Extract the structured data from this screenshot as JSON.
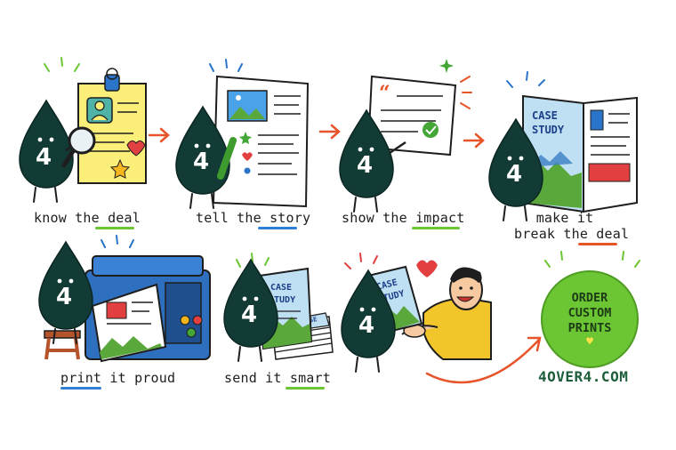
{
  "steps": [
    {
      "label": "know the deal"
    },
    {
      "label": "tell the story"
    },
    {
      "label": "show the impact"
    },
    {
      "label_line1": "make it",
      "label_line2": "break the deal"
    },
    {
      "label": "print it proud"
    },
    {
      "label": "send it smart"
    }
  ],
  "drop_number": "4",
  "case_study": {
    "line1": "CASE",
    "line2": "STUDY"
  },
  "cta": {
    "line1": "ORDER",
    "line2": "CUSTOM",
    "line3": "PRINTS",
    "heart": "♥"
  },
  "website": "4OVER4.COM",
  "colors": {
    "drop": "#123b35",
    "arrow": "#e8542a",
    "green": "#6cc533",
    "blue": "#2e7fd6",
    "sketch": "#1e1e1e"
  }
}
